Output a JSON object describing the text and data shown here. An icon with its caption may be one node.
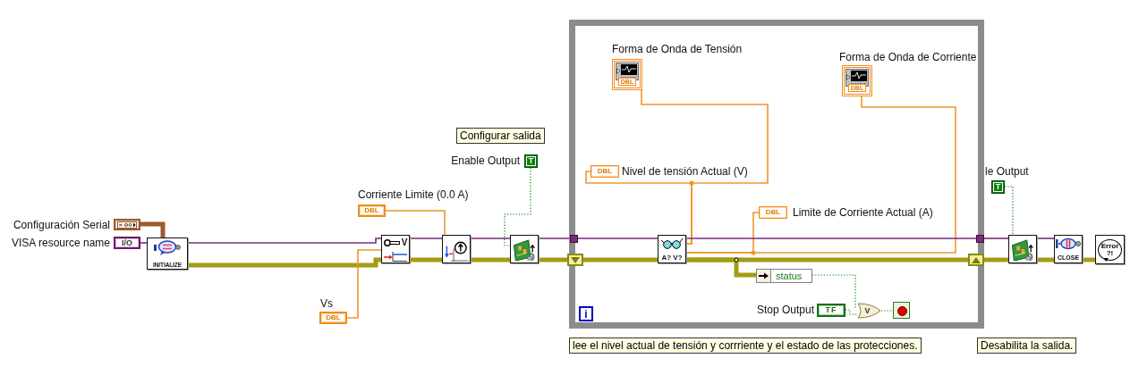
{
  "diagram": {
    "nodes": [
      {
        "text": [],
        "shape": "box",
        "beside": [
          "Configuración Serial"
        ]
      },
      {
        "text": [
          "I/O"
        ],
        "beside": [
          "VISA resource name"
        ]
      },
      {
        "text": [
          "INITIALIZE"
        ]
      },
      {
        "text": [
          "Configurar salida"
        ]
      },
      {
        "text": [
          "T"
        ],
        "beside": [
          "Enable Output"
        ]
      },
      {
        "text": [
          "DBL"
        ],
        "beside": [
          "Corriente Limite (0.0 A)"
        ]
      },
      {
        "text": [
          "DBL"
        ],
        "beside": [
          "Vs"
        ]
      },
      {
        "text": [
          "V"
        ]
      },
      {
        "text": [],
        "shape": "box"
      },
      {
        "text": [],
        "shape": "box"
      },
      {
        "text": [],
        "shape": "box"
      },
      {
        "text": [
          "DBL"
        ],
        "beside": [
          "Forma de Onda de Tensión"
        ],
        "in": 10
      },
      {
        "text": [
          "DBL"
        ],
        "beside": [
          "Forma de Onda de Corriente"
        ],
        "in": 10
      },
      {
        "text": [
          "DBL"
        ],
        "beside": [
          "Nivel de tensión Actual (V)"
        ],
        "in": 10
      },
      {
        "text": [
          "DBL"
        ],
        "beside": [
          "Limite de Corriente Actual (A)"
        ],
        "in": 10
      },
      {
        "text": [
          "A? V?"
        ],
        "in": 10
      },
      {
        "text": [
          "status"
        ],
        "in": 10
      },
      {
        "text": [
          "TF"
        ],
        "beside": [
          "Stop Output"
        ],
        "in": 10
      },
      {
        "text": [
          "V"
        ],
        "in": 10
      },
      {
        "text": [],
        "shape": "circle",
        "in": 10
      },
      {
        "text": [
          "i"
        ],
        "in": 10
      },
      {
        "text": [],
        "shape": "box",
        "in": 10
      },
      {
        "text": [],
        "shape": "box",
        "in": 10
      },
      {
        "text": [],
        "shape": "box",
        "in": 10
      },
      {
        "text": [],
        "shape": "box",
        "in": 10
      },
      {
        "text": [
          "lee el nivel actual de tensión y corrriente y el estado de las protecciones."
        ]
      },
      {
        "text": [
          "T"
        ],
        "beside": [
          "le Output"
        ]
      },
      {
        "text": [],
        "shape": "box"
      },
      {
        "text": [
          "CLOSE"
        ]
      },
      {
        "text": [
          "Error ?!"
        ]
      },
      {
        "text": [
          "Desabilita la salida."
        ]
      }
    ],
    "edges": [
      {
        "from": 0,
        "to": 2,
        "arrow": "none",
        "style": "thick",
        "color": "#9a5b2e"
      },
      {
        "from": 1,
        "to": 2,
        "arrow": "none",
        "color": "#7b2a7b"
      },
      {
        "from": 2,
        "to": 7,
        "arrow": "none",
        "color": "#7b2a7b"
      },
      {
        "from": 2,
        "to": 7,
        "arrow": "none",
        "style": "thick"
      },
      {
        "from": 6,
        "to": 7,
        "arrow": "none",
        "color": "#f0962d"
      },
      {
        "from": 7,
        "to": 8,
        "arrow": "none",
        "color": "#7b2a7b"
      },
      {
        "from": 7,
        "to": 8,
        "arrow": "none",
        "style": "thick"
      },
      {
        "from": 5,
        "to": 8,
        "arrow": "none",
        "color": "#f0962d"
      },
      {
        "from": 8,
        "to": 9,
        "arrow": "none",
        "color": "#7b2a7b"
      },
      {
        "from": 8,
        "to": 9,
        "arrow": "none",
        "style": "thick"
      },
      {
        "from": 4,
        "to": 9,
        "arrow": "none",
        "style": "dashed",
        "color": "#008000"
      },
      {
        "from": 9,
        "to": 21,
        "arrow": "none",
        "color": "#7b2a7b"
      },
      {
        "from": 9,
        "to": 22,
        "arrow": "none",
        "style": "thick"
      },
      {
        "from": 21,
        "to": 15,
        "arrow": "none",
        "color": "#7b2a7b"
      },
      {
        "from": 22,
        "to": 15,
        "arrow": "none",
        "style": "thick"
      },
      {
        "from": 15,
        "to": 11,
        "arrow": "none",
        "color": "#f0962d"
      },
      {
        "from": 15,
        "to": 13,
        "arrow": "none",
        "color": "#f0962d"
      },
      {
        "from": 15,
        "to": 12,
        "arrow": "none",
        "color": "#f0962d"
      },
      {
        "from": 15,
        "to": 14,
        "arrow": "none",
        "color": "#f0962d"
      },
      {
        "from": 15,
        "to": 23,
        "arrow": "none",
        "color": "#7b2a7b"
      },
      {
        "from": 15,
        "to": 24,
        "arrow": "none",
        "style": "thick"
      },
      {
        "from": 15,
        "to": 16,
        "arrow": "none",
        "style": "thick"
      },
      {
        "from": 16,
        "to": 18,
        "arrow": "none",
        "style": "dashed",
        "color": "#008000"
      },
      {
        "from": 17,
        "to": 18,
        "arrow": "none",
        "style": "dashed",
        "color": "#008000"
      },
      {
        "from": 18,
        "to": 19,
        "arrow": "none",
        "style": "dashed",
        "color": "#008000"
      },
      {
        "from": 23,
        "to": 27,
        "arrow": "none",
        "color": "#7b2a7b"
      },
      {
        "from": 24,
        "to": 27,
        "arrow": "none",
        "style": "thick"
      },
      {
        "from": 26,
        "to": 27,
        "arrow": "none",
        "style": "dashed",
        "color": "#008000"
      },
      {
        "from": 27,
        "to": 28,
        "arrow": "none",
        "color": "#7b2a7b"
      },
      {
        "from": 27,
        "to": 28,
        "arrow": "none",
        "style": "thick"
      },
      {
        "from": 28,
        "to": 29,
        "arrow": "none",
        "style": "thick"
      }
    ]
  }
}
